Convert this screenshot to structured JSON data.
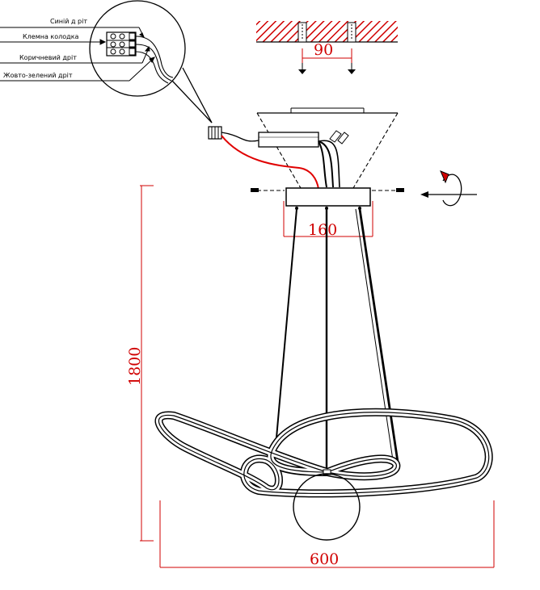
{
  "wiring": {
    "labels": [
      "Синій д ріт",
      "Клемна колодка",
      "Коричневий дріт",
      "Жовто-зелений дріт"
    ]
  },
  "dimensions": {
    "ceiling_mount": "90",
    "canopy": "160",
    "height": "1800",
    "width": "600"
  },
  "colors": {
    "dimension": "#d00000",
    "hatch": "#d00000",
    "line": "#000000",
    "live_wire": "#e00000"
  }
}
